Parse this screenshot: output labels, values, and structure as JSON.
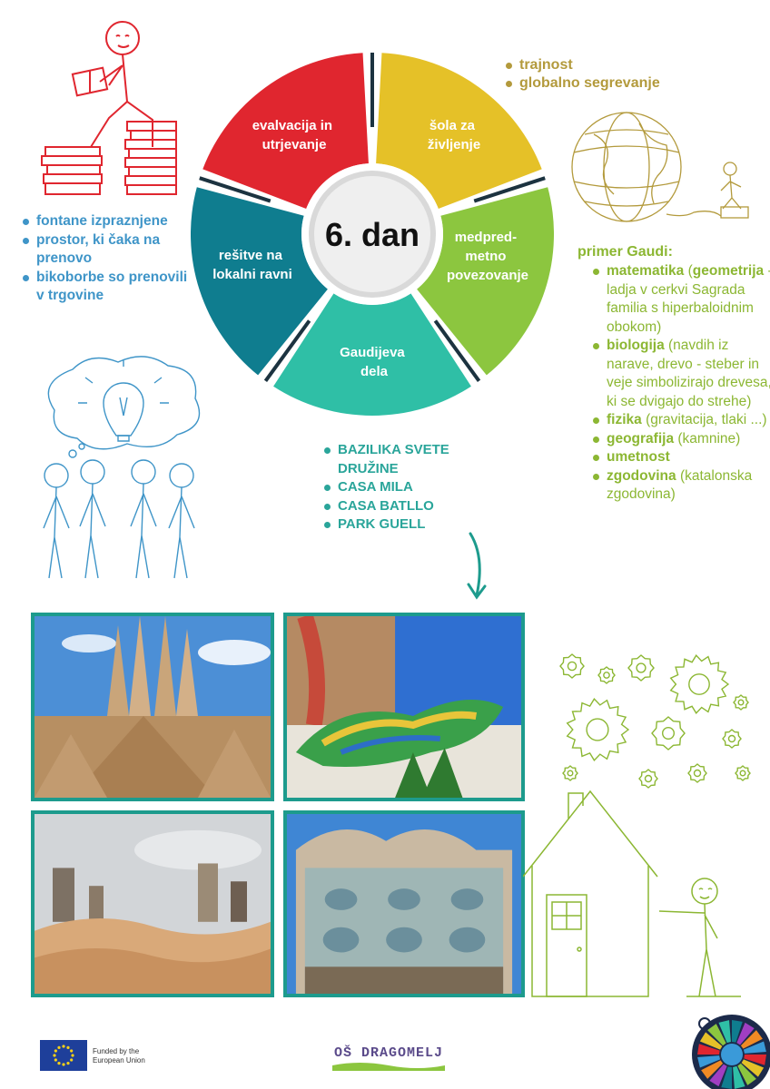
{
  "wheel": {
    "center_label": "6. dan",
    "segments": [
      {
        "line1": "evalvacija in",
        "line2": "utrjevanje",
        "color": "#e0262f"
      },
      {
        "line1": "šola za",
        "line2": "življenje",
        "color": "#e5c128"
      },
      {
        "line1": "medpred-",
        "line2": "metno",
        "line3": "povezovanje",
        "color": "#8cc63f"
      },
      {
        "line1": "Gaudijeva",
        "line2": "dela",
        "color": "#2fbfa6"
      },
      {
        "line1": "rešitve na",
        "line2": "lokalni ravni",
        "color": "#0f7d8f"
      }
    ]
  },
  "top_right_list": [
    "trajnost",
    "globalno segrevanje"
  ],
  "left_list": [
    "fontane izpraznjene",
    "prostor, ki čaka na prenovo",
    "bikoborbe so prenovili v trgovine"
  ],
  "center_list": [
    "BAZILIKA SVETE DRUŽINE",
    "CASA MILA",
    "CASA BATLLO",
    "PARK GUELL"
  ],
  "right_list": {
    "title": "primer Gaudi:",
    "items": [
      {
        "bold": "matematika",
        "rest": " (",
        "bold2": "geometrija",
        "rest2": " - ladja v cerkvi Sagrada familia s hiperbaloidnim obokom)"
      },
      {
        "bold": "biologija",
        "rest": " (navdih iz narave, drevo - steber in veje simbolizirajo drevesa, ki se dvigajo do strehe)",
        "bold2": "",
        "rest2": ""
      },
      {
        "bold": "fizika",
        "rest": " (gravitacija, tlaki ...)",
        "bold2": "",
        "rest2": ""
      },
      {
        "bold": "geografija",
        "rest": " (kamnine)",
        "bold2": "",
        "rest2": ""
      },
      {
        "bold": "umetnost",
        "rest": "",
        "bold2": "",
        "rest2": ""
      },
      {
        "bold": "zgodovina",
        "rest": " (katalonska zgodovina)",
        "bold2": "",
        "rest2": ""
      }
    ]
  },
  "footer": {
    "eu_line1": "Funded by the",
    "eu_line2": "European Union",
    "school": "OŠ DRAGOMELJ"
  },
  "colors": {
    "photo_border": "#1d9b8d",
    "sketch_red": "#e0262f",
    "sketch_blue": "#3f95c8",
    "sketch_gold": "#b39a3c",
    "sketch_green": "#8cb733"
  }
}
